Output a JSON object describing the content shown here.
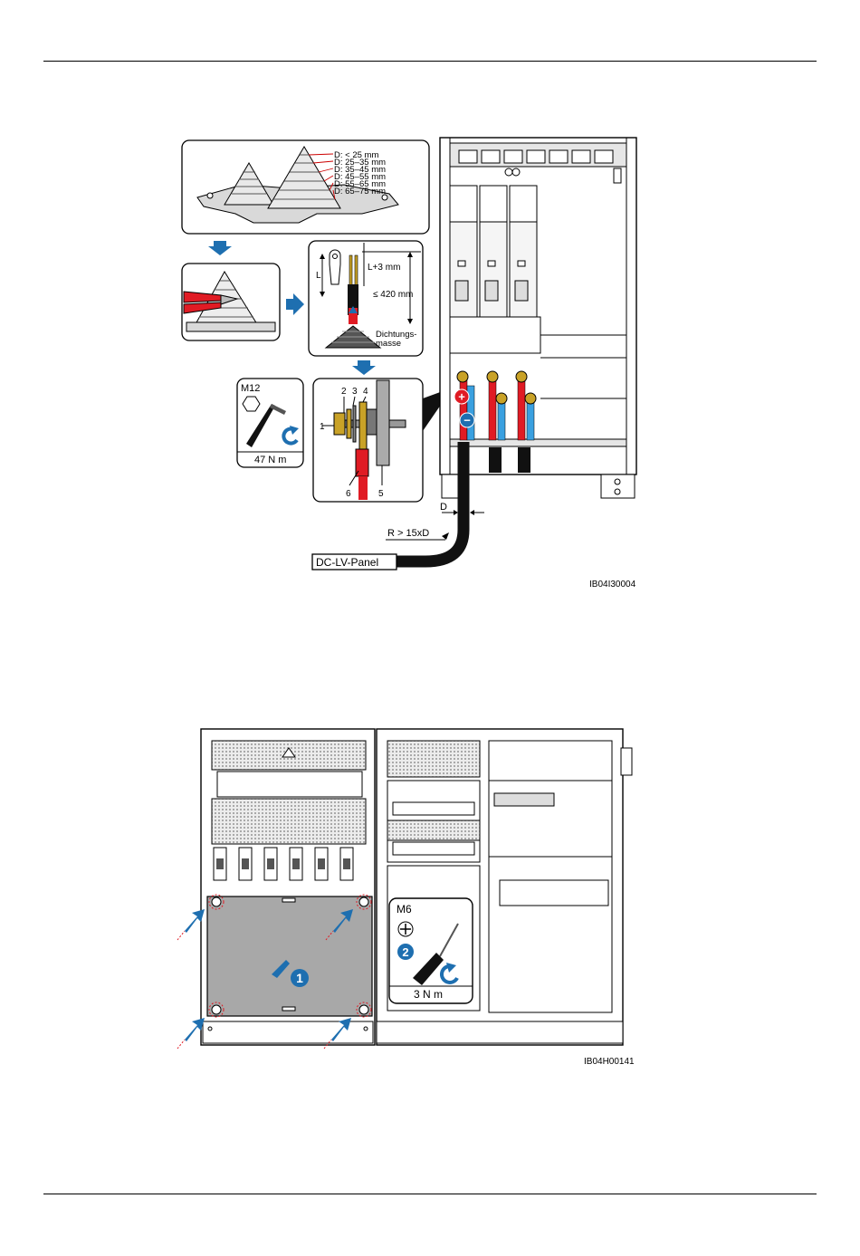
{
  "figure1": {
    "diameters": [
      "D: < 25 mm",
      "D: 25–35 mm",
      "D: 35–45 mm",
      "D: 45–55 mm",
      "D: 55–65 mm",
      "D: 65–75 mm"
    ],
    "strip_length": "L+3 mm",
    "length_symbol": "L",
    "max_length": "≤ 420 mm",
    "sealant_line1": "Dichtungs-",
    "sealant_line2": "masse",
    "bolt": "M12",
    "torque": "47 N m",
    "parts": [
      "1",
      "2",
      "3",
      "4",
      "5",
      "6"
    ],
    "diameter_symbol": "D",
    "bend_radius": "R > 15xD",
    "panel_label": "DC-LV-Panel",
    "figure_id": "IB04I30004",
    "plus_sign": "+",
    "minus_sign": "−"
  },
  "figure2": {
    "screw": "M6",
    "torque": "3 N m",
    "step1": "1",
    "step2": "2",
    "figure_id": "IB04H00141"
  },
  "colors": {
    "arrow_blue": "#1e6fb0",
    "cable_red": "#e01b24",
    "cable_blue": "#3aa0e0",
    "cover_gray": "#a8a8a8",
    "brass": "#c9a227"
  }
}
